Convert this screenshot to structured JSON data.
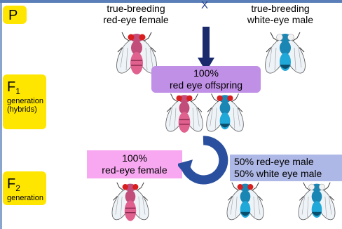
{
  "generations": {
    "p": {
      "label": "P"
    },
    "f1": {
      "letter": "F",
      "subscript": "1",
      "line1": "generation",
      "line2": "(hybrids)"
    },
    "f2": {
      "letter": "F",
      "subscript": "2",
      "line1": "generation"
    }
  },
  "parents": {
    "female_line1": "true-breeding",
    "female_line2": "red-eye female",
    "cross_symbol": "X",
    "male_line1": "true-breeding",
    "male_line2": "white-eye male"
  },
  "f1_result": {
    "line1": "100%",
    "line2": "red eye offspring"
  },
  "f2_female": {
    "line1": "100%",
    "line2": "red-eye female"
  },
  "f2_male": {
    "line1": "50% red-eye male",
    "line2": "50% white eye male"
  },
  "colors": {
    "generation_label": "#ffe600",
    "f1_box": "#c08fe6",
    "female_box": "#f7a8f0",
    "male_box": "#aeb8e6",
    "arrow": "#1a2a6c",
    "circular_arrow": "#2a4f9e",
    "red_eye": "#d81e1e",
    "white_eye_fly_body": "#20a8d8",
    "female_fly_body": "#e0608e"
  },
  "icons": [
    "fly-female-red-eye",
    "fly-male-white-eye",
    "fly-red-eye",
    "down-arrow",
    "circular-arrow"
  ]
}
